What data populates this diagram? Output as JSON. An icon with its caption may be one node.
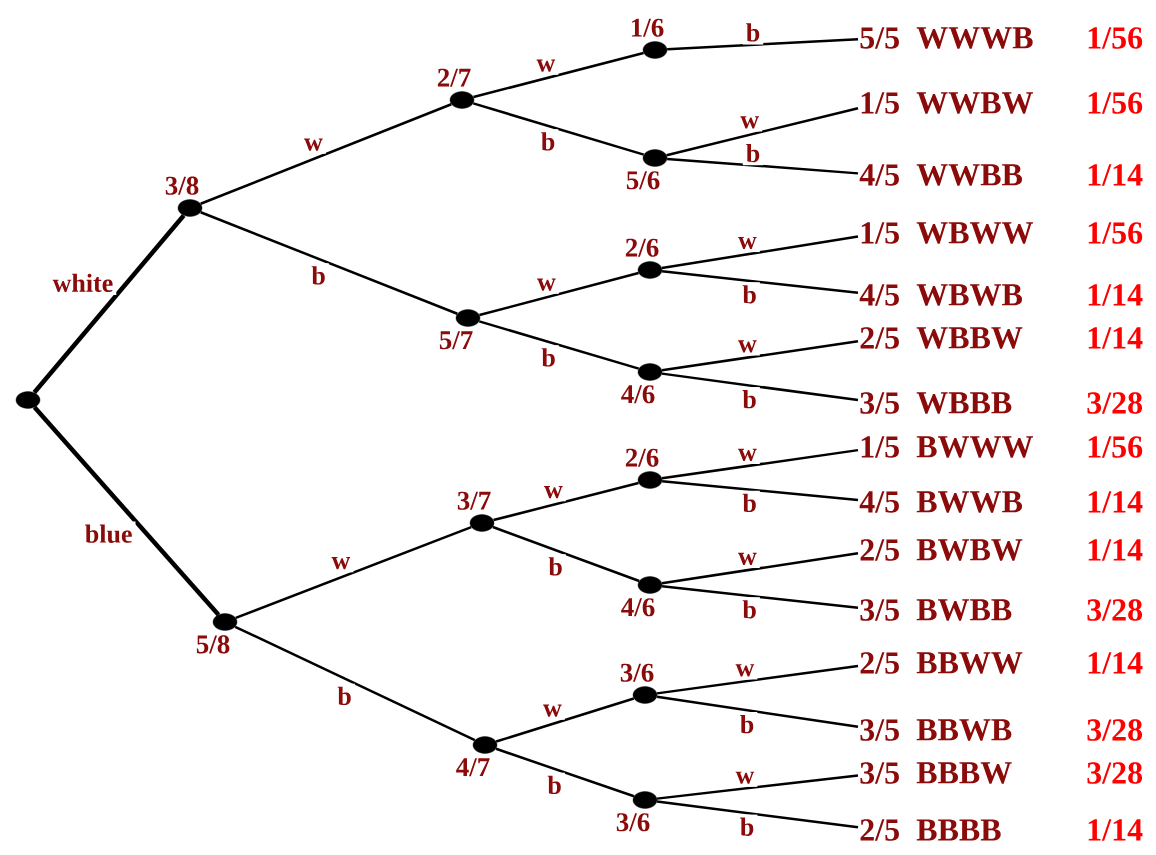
{
  "diagram": {
    "nodes": [
      {
        "text": [],
        "shape": "circle"
      },
      {
        "text": [],
        "shape": "circle",
        "beside": [
          "3/8"
        ]
      },
      {
        "text": [],
        "shape": "circle",
        "beside": [
          "2/7"
        ]
      },
      {
        "text": [],
        "shape": "circle",
        "beside": [
          "1/6"
        ]
      },
      {
        "text": [
          "5/5"
        ],
        "beside": [
          "WWWB",
          "1/56"
        ]
      },
      {
        "text": [],
        "shape": "circle",
        "beside": [
          "5/6"
        ]
      },
      {
        "text": [
          "1/5"
        ],
        "beside": [
          "WWBW",
          "1/56"
        ]
      },
      {
        "text": [
          "4/5"
        ],
        "beside": [
          "WWBB",
          "1/14"
        ]
      },
      {
        "text": [],
        "shape": "circle",
        "beside": [
          "5/7"
        ]
      },
      {
        "text": [],
        "shape": "circle",
        "beside": [
          "2/6"
        ]
      },
      {
        "text": [
          "1/5"
        ],
        "beside": [
          "WBWW",
          "1/56"
        ]
      },
      {
        "text": [
          "4/5"
        ],
        "beside": [
          "WBWB",
          "1/14"
        ]
      },
      {
        "text": [],
        "shape": "circle",
        "beside": [
          "4/6"
        ]
      },
      {
        "text": [
          "2/5"
        ],
        "beside": [
          "WBBW",
          "1/14"
        ]
      },
      {
        "text": [
          "3/5"
        ],
        "beside": [
          "WBBB",
          "3/28"
        ]
      },
      {
        "text": [],
        "shape": "circle",
        "beside": [
          "5/8"
        ]
      },
      {
        "text": [],
        "shape": "circle",
        "beside": [
          "3/7"
        ]
      },
      {
        "text": [],
        "shape": "circle",
        "beside": [
          "2/6"
        ]
      },
      {
        "text": [
          "1/5"
        ],
        "beside": [
          "BWWW",
          "1/56"
        ]
      },
      {
        "text": [
          "4/5"
        ],
        "beside": [
          "BWWB",
          "1/14"
        ]
      },
      {
        "text": [],
        "shape": "circle",
        "beside": [
          "4/6"
        ]
      },
      {
        "text": [
          "2/5"
        ],
        "beside": [
          "BWBW",
          "1/14"
        ]
      },
      {
        "text": [
          "3/5"
        ],
        "beside": [
          "BWBB",
          "3/28"
        ]
      },
      {
        "text": [],
        "shape": "circle",
        "beside": [
          "4/7"
        ]
      },
      {
        "text": [],
        "shape": "circle",
        "beside": [
          "3/6"
        ]
      },
      {
        "text": [
          "2/5"
        ],
        "beside": [
          "BBWW",
          "1/14"
        ]
      },
      {
        "text": [
          "3/5"
        ],
        "beside": [
          "BBWB",
          "3/28"
        ]
      },
      {
        "text": [],
        "shape": "circle",
        "beside": [
          "3/6"
        ]
      },
      {
        "text": [
          "3/5"
        ],
        "beside": [
          "BBBW",
          "3/28"
        ]
      },
      {
        "text": [
          "2/5"
        ],
        "beside": [
          "BBBB",
          "1/14"
        ]
      }
    ],
    "edges": [
      {
        "from": 0,
        "to": 1,
        "arrow": "none",
        "label": "white",
        "style": "thick"
      },
      {
        "from": 0,
        "to": 15,
        "arrow": "none",
        "label": "blue",
        "style": "thick"
      },
      {
        "from": 1,
        "to": 2,
        "arrow": "none",
        "label": "w"
      },
      {
        "from": 1,
        "to": 8,
        "arrow": "none",
        "label": "b"
      },
      {
        "from": 2,
        "to": 3,
        "arrow": "none",
        "label": "w"
      },
      {
        "from": 2,
        "to": 5,
        "arrow": "none",
        "label": "b"
      },
      {
        "from": 3,
        "to": 4,
        "arrow": "none",
        "label": "b"
      },
      {
        "from": 5,
        "to": 6,
        "arrow": "none",
        "label": "w"
      },
      {
        "from": 5,
        "to": 7,
        "arrow": "none",
        "label": "b"
      },
      {
        "from": 8,
        "to": 9,
        "arrow": "none",
        "label": "w"
      },
      {
        "from": 8,
        "to": 12,
        "arrow": "none",
        "label": "b"
      },
      {
        "from": 9,
        "to": 10,
        "arrow": "none",
        "label": "w"
      },
      {
        "from": 9,
        "to": 11,
        "arrow": "none",
        "label": "b"
      },
      {
        "from": 12,
        "to": 13,
        "arrow": "none",
        "label": "w"
      },
      {
        "from": 12,
        "to": 14,
        "arrow": "none",
        "label": "b"
      },
      {
        "from": 15,
        "to": 16,
        "arrow": "none",
        "label": "w"
      },
      {
        "from": 15,
        "to": 23,
        "arrow": "none",
        "label": "b"
      },
      {
        "from": 16,
        "to": 17,
        "arrow": "none",
        "label": "w"
      },
      {
        "from": 16,
        "to": 20,
        "arrow": "none",
        "label": "b"
      },
      {
        "from": 17,
        "to": 18,
        "arrow": "none",
        "label": "w"
      },
      {
        "from": 17,
        "to": 19,
        "arrow": "none",
        "label": "b"
      },
      {
        "from": 20,
        "to": 21,
        "arrow": "none",
        "label": "w"
      },
      {
        "from": 20,
        "to": 22,
        "arrow": "none",
        "label": "b"
      },
      {
        "from": 23,
        "to": 24,
        "arrow": "none",
        "label": "w"
      },
      {
        "from": 23,
        "to": 27,
        "arrow": "none",
        "label": "b"
      },
      {
        "from": 24,
        "to": 25,
        "arrow": "none",
        "label": "w"
      },
      {
        "from": 24,
        "to": 26,
        "arrow": "none",
        "label": "b"
      },
      {
        "from": 27,
        "to": 28,
        "arrow": "none",
        "label": "w"
      },
      {
        "from": 27,
        "to": 29,
        "arrow": "none",
        "label": "b"
      }
    ]
  }
}
